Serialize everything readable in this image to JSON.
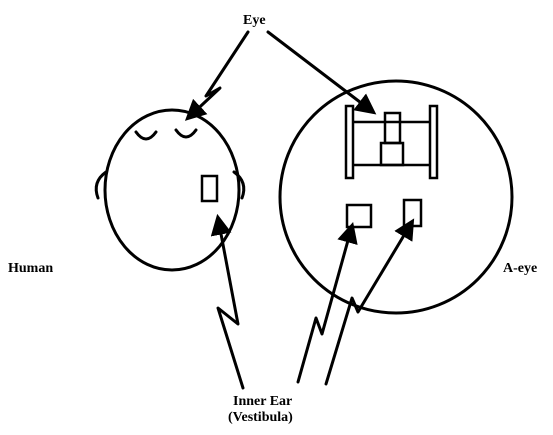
{
  "labels": {
    "eye": "Eye",
    "human": "Human",
    "aeye": "A-eye",
    "inner_ear_line1": "Inner Ear",
    "inner_ear_line2": "(Vestibula)"
  }
}
